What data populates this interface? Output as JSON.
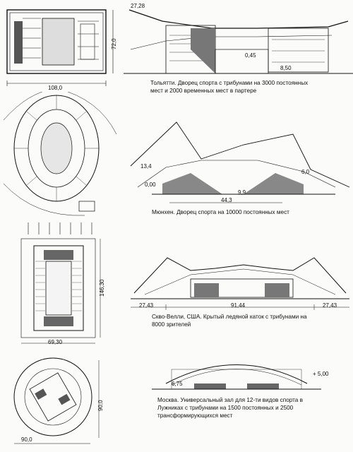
{
  "captions": {
    "togliatti": "Тольятти. Дворец спорта с трибунами на 3000 постоянных мест и 2000 временных мест в партере",
    "munich": "Мюнхен. Дворец спорта на 10000 постоянных мест",
    "squaw": "Скво-Велли, США. Крытый ледяной каток с трибунами на 8000 зрителей",
    "moscow": "Москва. Универсальный зал для 12-ти видов спорта в Лужниках с трибунами на 1500 постоянных и 2500 трансформирующихся мест"
  },
  "dims": {
    "tog_width": "108,0",
    "tog_height": "72,0",
    "tog_elev_top": "27,28",
    "tog_elev_a": "0,45",
    "tog_elev_b": "8,50",
    "mun_elev_a": "13,4",
    "mun_elev_b": "0,00",
    "mun_elev_c": "6,0",
    "mun_span": "44,3",
    "mun_small": "9,9",
    "sq_plan_w": "69,30",
    "sq_plan_h": "146,30",
    "sq_left": "27,43",
    "sq_mid": "91,44",
    "sq_right": "27,43",
    "mos_elev_a": "6,75",
    "mos_elev_b": "+ 5,00",
    "mos_w": "90,0",
    "mos_h": "90,0"
  },
  "icons": {
    "north": "north-arrow-icon"
  }
}
